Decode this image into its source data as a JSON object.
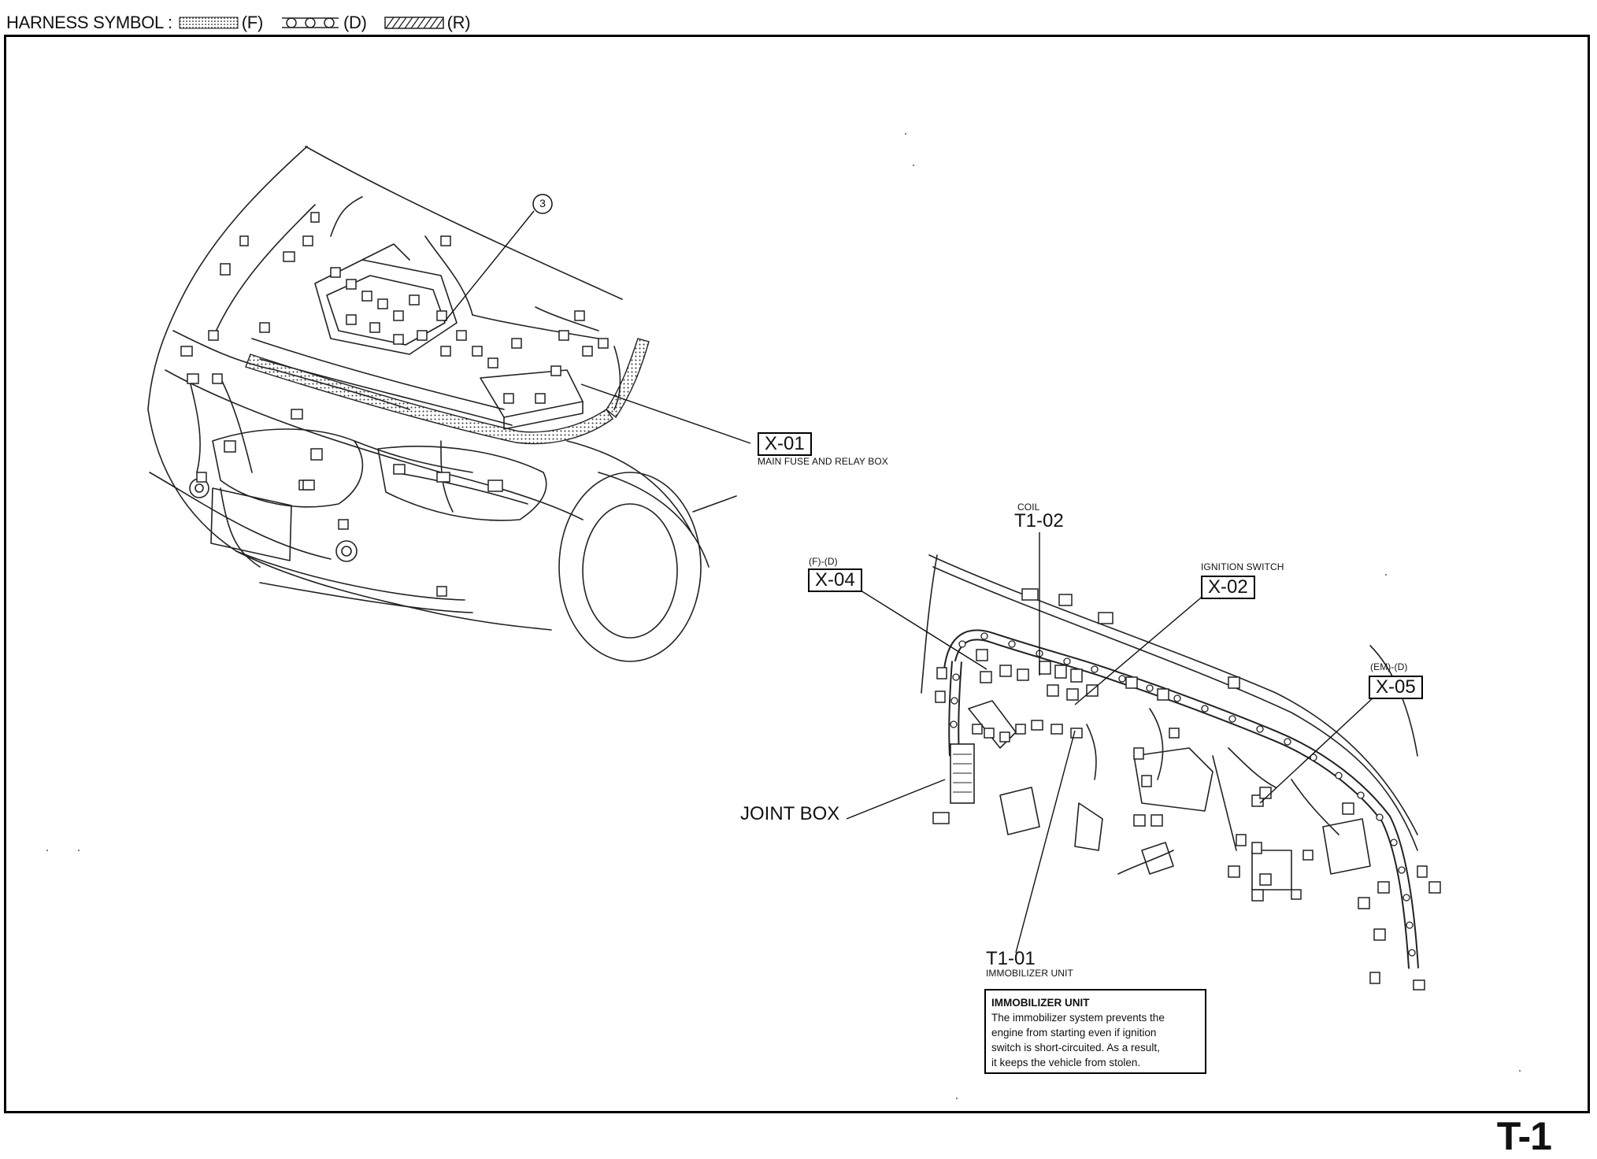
{
  "legend": {
    "label": "HARNESS SYMBOL :",
    "items": [
      {
        "symbol": "dotted-band-symbol",
        "code": "(F)"
      },
      {
        "symbol": "circle-chain-symbol",
        "code": "(D)"
      },
      {
        "symbol": "hatched-band-symbol",
        "code": "(R)"
      }
    ]
  },
  "callouts": {
    "engine_marker": "3",
    "x01": {
      "code": "X-01",
      "caption": "MAIN FUSE AND RELAY BOX"
    },
    "t102": {
      "code": "T1-02",
      "caption": "COIL"
    },
    "x04": {
      "code": "X-04",
      "caption": "(F)-(D)"
    },
    "x02": {
      "code": "X-02",
      "caption": "IGNITION SWITCH"
    },
    "x05": {
      "code": "X-05",
      "caption": "(EM)-(D)"
    },
    "joint_box": "JOINT BOX",
    "t101": {
      "code": "T1-01",
      "caption": "IMMOBILIZER UNIT"
    }
  },
  "note": {
    "title": "IMMOBILIZER UNIT",
    "lines": [
      "The immobilizer system prevents the",
      "engine from starting even if ignition",
      "switch is short-circuited. As a result,",
      "it keeps the vehicle from stolen."
    ]
  },
  "page_id": "T-1",
  "colors": {
    "ink": "#111111",
    "paper": "#ffffff"
  }
}
